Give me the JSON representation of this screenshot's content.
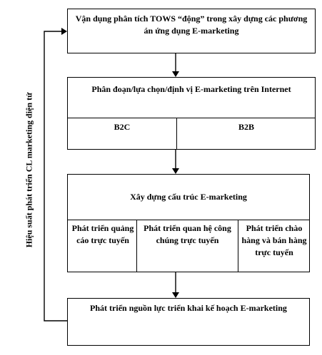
{
  "diagram": {
    "step1": "Vận dụng phân tích TOWS “động” trong xây dựng các phương án ứng dụng E-marketing",
    "step2": {
      "title": "Phân đoạn/lựa chọn/định vị E-marketing trên Internet",
      "left": "B2C",
      "right": "B2B"
    },
    "step3": {
      "title": "Xây dựng cấu trúc E-marketing",
      "sub1": "Phát triển quảng cáo trực tuyến",
      "sub2": "Phát triển quan hệ công chúng trực tuyến",
      "sub3": "Phát triển chào hàng và bán hàng trực tuyến"
    },
    "step4": "Phát triển nguồn lực triển khai kế hoạch E-marketing",
    "feedback_label": "Hiệu suất phát triển CL marketing điện tử"
  }
}
